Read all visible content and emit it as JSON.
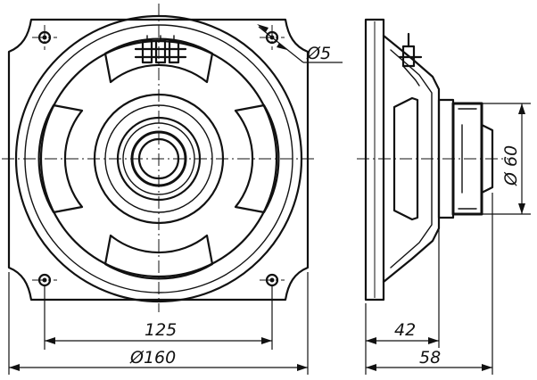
{
  "labels": {
    "hole_diameter": "Ø5",
    "magnet_diameter": "Ø 60",
    "hole_spacing": "125",
    "outer_diameter": "Ø160",
    "basket_depth": "42",
    "overall_depth": "58"
  }
}
